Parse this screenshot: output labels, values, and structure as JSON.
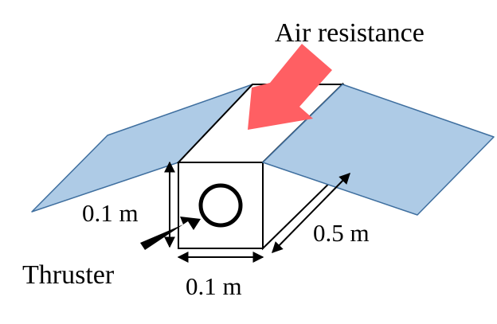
{
  "labels": {
    "air_resistance": "Air resistance",
    "height": "0.1 m",
    "width": "0.1 m",
    "length": "0.5 m",
    "thruster": "Thruster"
  },
  "colors": {
    "panel_fill": "#aecbe6",
    "panel_stroke": "#3f6f9f",
    "air_arrow": "#ff5f63",
    "outline": "#000000"
  }
}
